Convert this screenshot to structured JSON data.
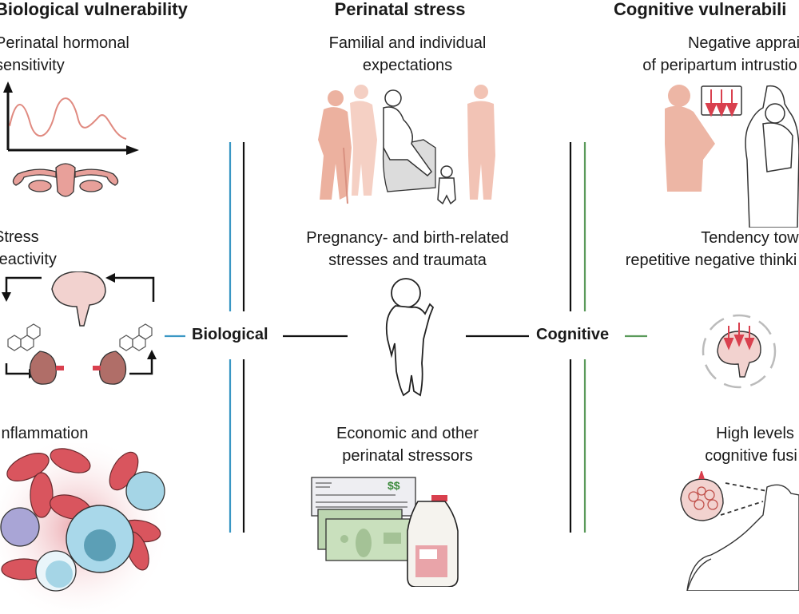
{
  "columns": {
    "biological": {
      "title": "Biological vulnerability",
      "items": [
        {
          "label_line1": "Perinatal hormonal",
          "label_line2": "sensitivity",
          "icon": "hormone-curve-and-uterus-icon"
        },
        {
          "label_line1": "Stress",
          "label_line2": "reactivity",
          "icon": "brain-adrenal-feedback-loop-icon"
        },
        {
          "label_line1": "Inflammation",
          "label_line2": "",
          "icon": "blood-cells-icon"
        }
      ]
    },
    "perinatal": {
      "title": "Perinatal stress",
      "items": [
        {
          "label_line1": "Familial and individual",
          "label_line2": "expectations",
          "icon": "family-silhouettes-icon"
        },
        {
          "label_line1": "Pregnancy- and birth-related",
          "label_line2": "stresses and traumata",
          "icon": "infant-outline-icon"
        },
        {
          "label_line1": "Economic and other",
          "label_line2": "perinatal stressors",
          "icon": "money-and-milk-jug-icon"
        }
      ]
    },
    "cognitive": {
      "title": "Cognitive vulnerabili",
      "items": [
        {
          "label_line1": "Negative apprais",
          "label_line2": "of peripartum intrustio",
          "icon": "parent-holding-baby-icon"
        },
        {
          "label_line1": "Tendency towa",
          "label_line2": "repetitive negative thinki",
          "icon": "brain-rumination-cycle-icon"
        },
        {
          "label_line1": "High levels",
          "label_line2": "cognitive fusi",
          "icon": "reclining-woman-tangled-brain-icon"
        }
      ]
    }
  },
  "hubs": {
    "biological": "Biological",
    "cognitive": "Cognitive"
  },
  "colors": {
    "biological_line": "#3a97c4",
    "perinatal_line": "#111111",
    "cognitive_line": "#5a9a5a",
    "salmon": "#e9a48f",
    "pink_organ": "#e8a09a",
    "rbc": "#d9555e",
    "wbc": "#9fd2e3"
  }
}
